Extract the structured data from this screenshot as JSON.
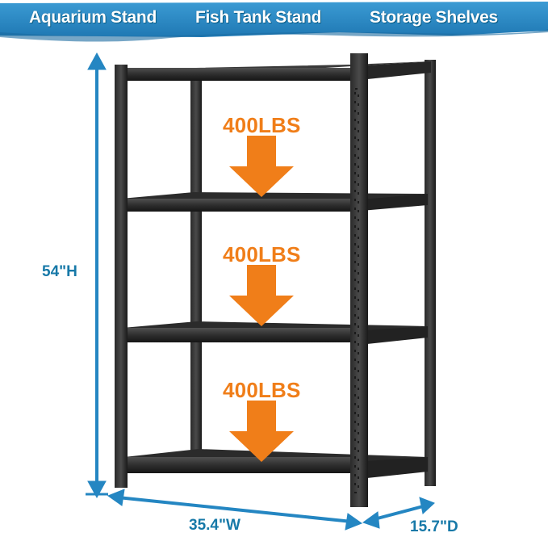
{
  "banner": {
    "items": [
      "Aquarium Stand",
      "Fish Tank Stand",
      "Storage Shelves"
    ]
  },
  "dimensions": {
    "height": "54\"H",
    "width": "35.4\"W",
    "depth": "15.7\"D"
  },
  "shelves": {
    "load_labels": [
      "400LBS",
      "400LBS",
      "400LBS"
    ]
  },
  "colors": {
    "banner": "#2486c2",
    "dimension": "#1779a8",
    "load": "#f07e19",
    "shelf": "#1c1c1c"
  }
}
